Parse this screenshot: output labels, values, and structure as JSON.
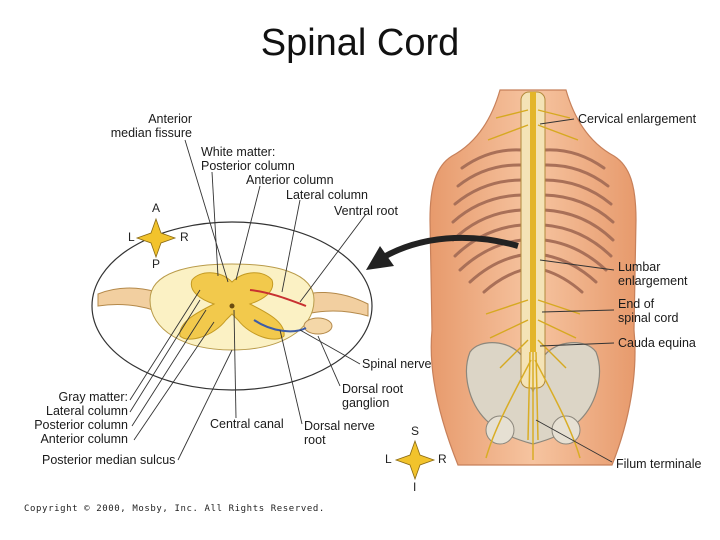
{
  "title": "Spinal Cord",
  "labels": {
    "anterior_median_fissure": [
      "Anterior",
      "median fissure"
    ],
    "white_matter_posterior_column": [
      "White matter:",
      "Posterior column"
    ],
    "anterior_column": "Anterior column",
    "lateral_column": "Lateral column",
    "ventral_root": "Ventral root",
    "spinal_nerve": "Spinal nerve",
    "dorsal_root_ganglion": [
      "Dorsal root",
      "ganglion"
    ],
    "dorsal_nerve_root": [
      "Dorsal nerve",
      "root"
    ],
    "central_canal": "Central canal",
    "gray_matter": [
      "Gray matter:",
      "Lateral column",
      "Posterior column",
      "Anterior column"
    ],
    "posterior_median_sulcus": "Posterior median sulcus",
    "cervical_enlargement": "Cervical enlargement",
    "lumbar_enlargement": [
      "Lumbar",
      "enlargement"
    ],
    "end_of_spinal_cord": [
      "End of",
      "spinal cord"
    ],
    "cauda_equina": "Cauda equina",
    "filum_terminale": "Filum terminale"
  },
  "orientation_cross_section": {
    "top": "A",
    "left": "L",
    "right": "R",
    "bottom": "P"
  },
  "orientation_body": {
    "top": "S",
    "left": "L",
    "right": "R",
    "bottom": "I"
  },
  "copyright": "Copyright © 2000, Mosby, Inc. All Rights Reserved.",
  "colors": {
    "gray_matter": "#f2c94c",
    "white_matter": "#fbf1c4",
    "skin": "#f2b58c",
    "nerve": "#e0b62a",
    "bone": "#d9d2c3",
    "compass": "#f2c32c"
  }
}
